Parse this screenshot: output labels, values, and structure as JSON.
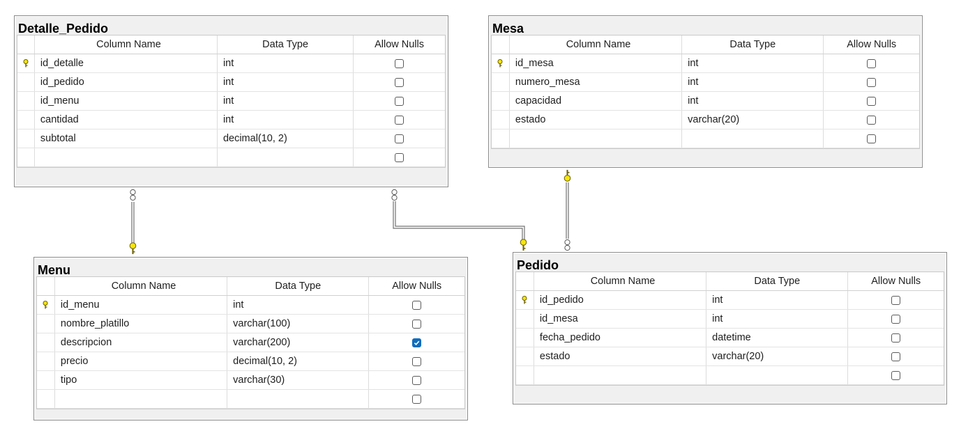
{
  "headers": {
    "column_name": "Column Name",
    "data_type": "Data Type",
    "allow_nulls": "Allow Nulls"
  },
  "tables": {
    "detalle_pedido": {
      "title": "Detalle_Pedido",
      "columns": [
        {
          "name": "id_detalle",
          "type": "int",
          "pk": true,
          "nullable": false
        },
        {
          "name": "id_pedido",
          "type": "int",
          "pk": false,
          "nullable": false
        },
        {
          "name": "id_menu",
          "type": "int",
          "pk": false,
          "nullable": false
        },
        {
          "name": "cantidad",
          "type": "int",
          "pk": false,
          "nullable": false
        },
        {
          "name": "subtotal",
          "type": "decimal(10, 2)",
          "pk": false,
          "nullable": false
        },
        {
          "name": "",
          "type": "",
          "pk": false,
          "nullable": false
        }
      ]
    },
    "mesa": {
      "title": "Mesa",
      "columns": [
        {
          "name": "id_mesa",
          "type": "int",
          "pk": true,
          "nullable": false
        },
        {
          "name": "numero_mesa",
          "type": "int",
          "pk": false,
          "nullable": false
        },
        {
          "name": "capacidad",
          "type": "int",
          "pk": false,
          "nullable": false
        },
        {
          "name": "estado",
          "type": "varchar(20)",
          "pk": false,
          "nullable": false
        },
        {
          "name": "",
          "type": "",
          "pk": false,
          "nullable": false
        }
      ]
    },
    "menu": {
      "title": "Menu",
      "columns": [
        {
          "name": "id_menu",
          "type": "int",
          "pk": true,
          "nullable": false
        },
        {
          "name": "nombre_platillo",
          "type": "varchar(100)",
          "pk": false,
          "nullable": false
        },
        {
          "name": "descripcion",
          "type": "varchar(200)",
          "pk": false,
          "nullable": true
        },
        {
          "name": "precio",
          "type": "decimal(10, 2)",
          "pk": false,
          "nullable": false
        },
        {
          "name": "tipo",
          "type": "varchar(30)",
          "pk": false,
          "nullable": false
        },
        {
          "name": "",
          "type": "",
          "pk": false,
          "nullable": false
        }
      ]
    },
    "pedido": {
      "title": "Pedido",
      "columns": [
        {
          "name": "id_pedido",
          "type": "int",
          "pk": true,
          "nullable": false
        },
        {
          "name": "id_mesa",
          "type": "int",
          "pk": false,
          "nullable": false
        },
        {
          "name": "fecha_pedido",
          "type": "datetime",
          "pk": false,
          "nullable": false
        },
        {
          "name": "estado",
          "type": "varchar(20)",
          "pk": false,
          "nullable": false
        },
        {
          "name": "",
          "type": "",
          "pk": false,
          "nullable": false
        }
      ]
    }
  },
  "colors": {
    "key_fill": "#f5e60a",
    "key_stroke": "#6b5f00",
    "check_blue": "#0f6cbd",
    "connector": "#707070"
  }
}
